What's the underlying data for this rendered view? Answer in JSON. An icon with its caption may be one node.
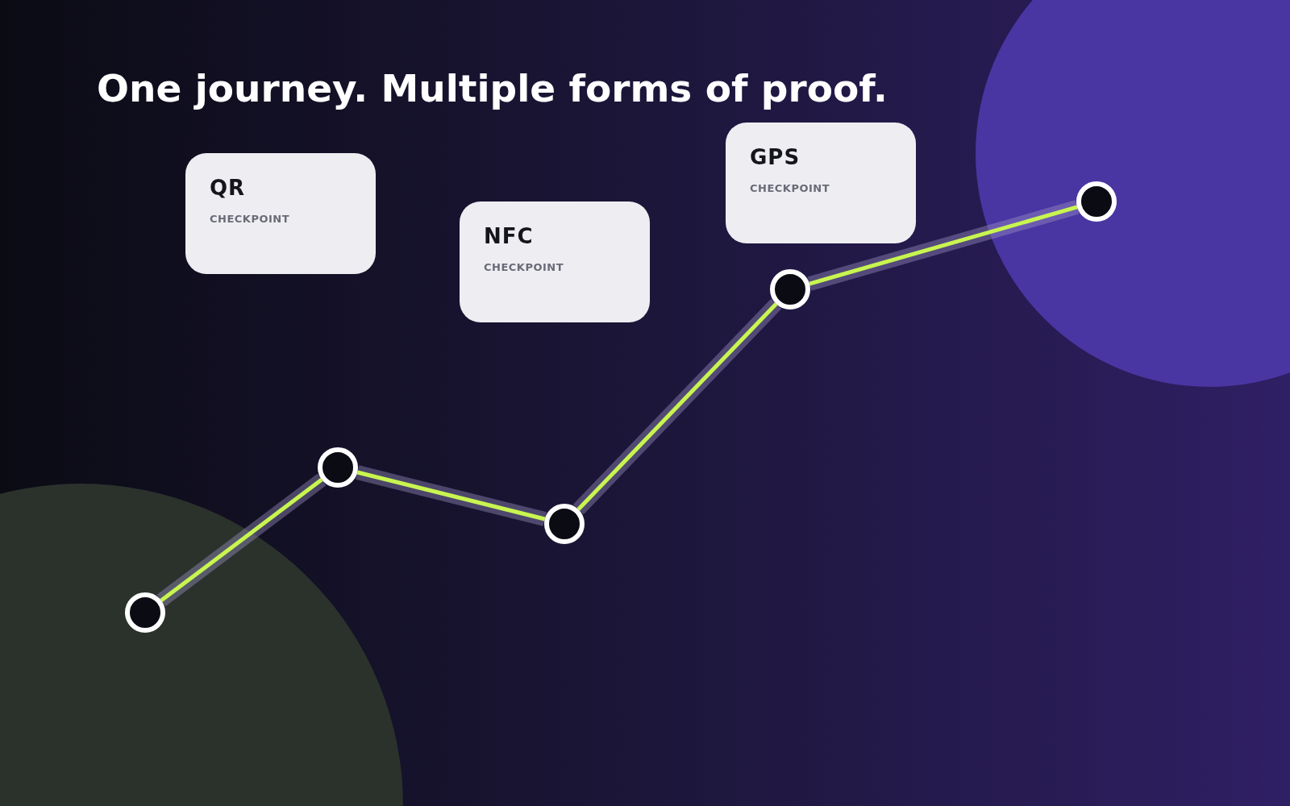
{
  "diagram": {
    "title": "One journey. Multiple forms of proof.",
    "nodes": [
      {
        "text": [
          "QR",
          "CHECKPOINT"
        ]
      },
      {
        "text": [
          "NFC",
          "CHECKPOINT"
        ]
      },
      {
        "text": [
          "GPS",
          "CHECKPOINT"
        ]
      },
      {
        "text": [],
        "shape": "circle"
      },
      {
        "text": [],
        "shape": "circle"
      },
      {
        "text": [],
        "shape": "circle"
      },
      {
        "text": [],
        "shape": "circle"
      },
      {
        "text": [],
        "shape": "circle"
      }
    ],
    "edges": [
      {
        "from": 3,
        "to": 4,
        "arrow": "none"
      },
      {
        "from": 4,
        "to": 5,
        "arrow": "none"
      },
      {
        "from": 5,
        "to": 6,
        "arrow": "none"
      },
      {
        "from": 6,
        "to": 7,
        "arrow": "none"
      }
    ]
  }
}
